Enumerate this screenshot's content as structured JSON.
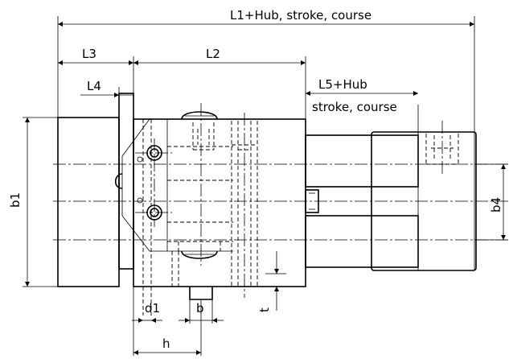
{
  "labels": {
    "L1": "L1+Hub, stroke, course",
    "L2": "L2",
    "L3": "L3",
    "L4": "L4",
    "L5a": "L5+Hub",
    "L5b": "stroke, course",
    "b1": "b1",
    "b4": "b4",
    "d1": "d1",
    "b": "b",
    "h": "h",
    "t": "t"
  }
}
